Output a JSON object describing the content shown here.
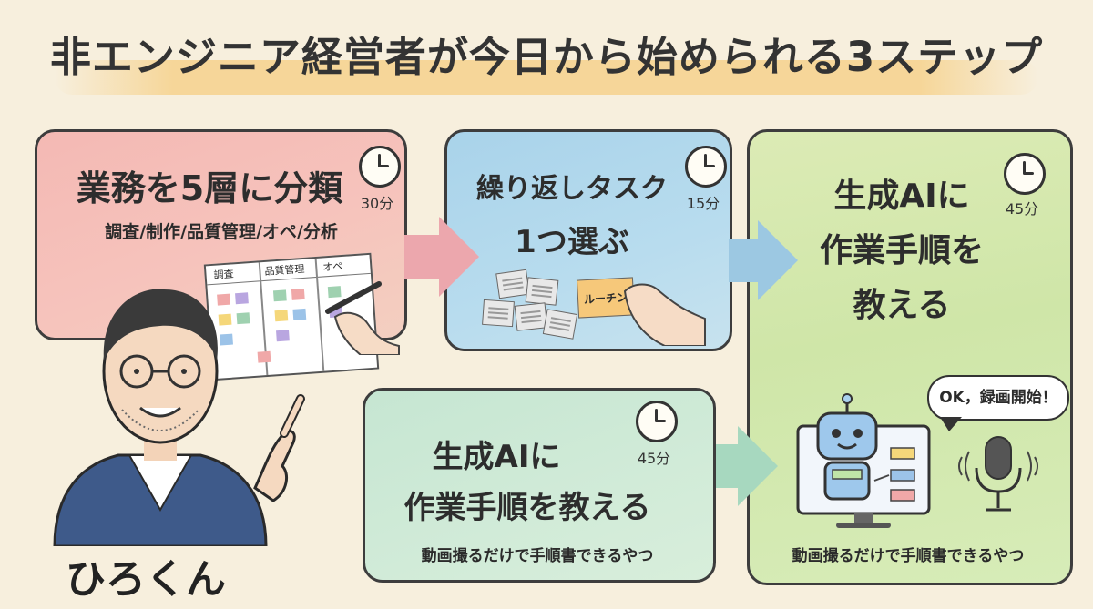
{
  "title": "非エンジニア経営者が今日から始められる3ステップ",
  "step1": {
    "heading": "業務を5層に分類",
    "duration": "30分",
    "subtitle": "調査/制作/品質管理/オペ/分析",
    "board_columns": [
      "調査",
      "品質管理",
      "オペ"
    ]
  },
  "step2": {
    "heading_line1": "繰り返しタスク",
    "heading_line2": "1つ選ぶ",
    "duration": "15分",
    "note_label": "ルーチン"
  },
  "step3_main": {
    "heading_line1": "生成AIに",
    "heading_line2": "作業手順を",
    "heading_line3": "教える",
    "duration": "45分",
    "caption": "動画撮るだけで手順書できるやつ",
    "speech_bubble": "OK，録画開始！"
  },
  "step3_sub": {
    "heading_line1": "生成AIに",
    "heading_line2": "作業手順を教える",
    "duration": "45分",
    "caption": "動画撮るだけで手順書できるやつ"
  },
  "presenter": {
    "name": "ひろくん"
  },
  "colors": {
    "pink": "#f4b9b4",
    "blue": "#a9d3ea",
    "green": "#cfe6a8",
    "mint": "#c6e6d2",
    "title_band": "#f6ce82",
    "arrow_pink": "#eca7ad",
    "arrow_blue": "#9cc8e2",
    "arrow_mint": "#a7d8bf"
  },
  "icons": [
    "clock-icon",
    "pen-icon",
    "robot-icon",
    "microphone-icon",
    "monitor-icon",
    "sticky-note-icon"
  ]
}
